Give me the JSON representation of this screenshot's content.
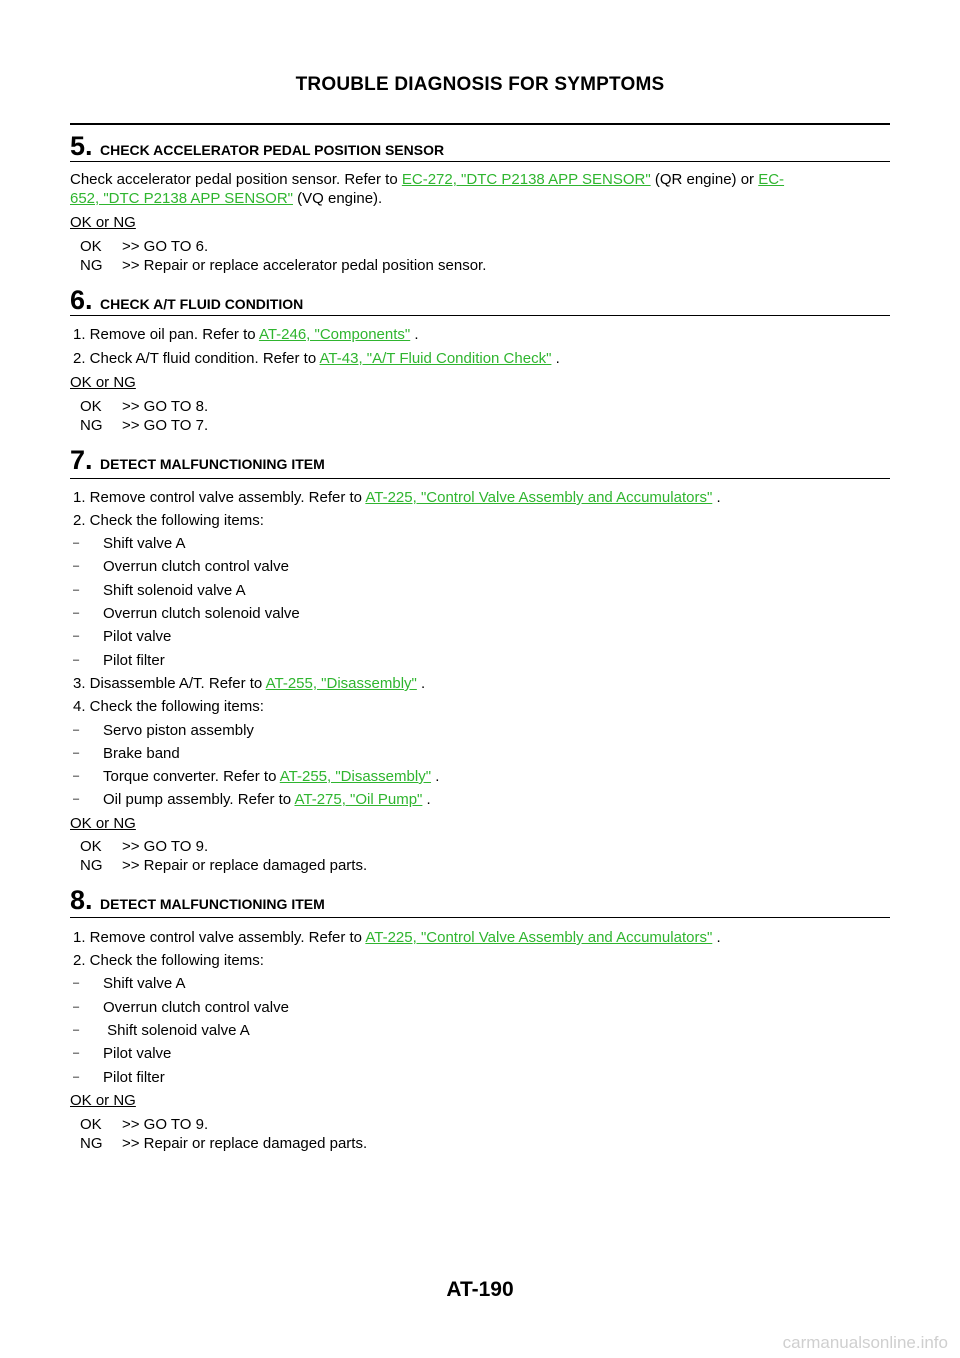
{
  "header": {
    "title": "TROUBLE DIAGNOSIS FOR SYMPTOMS"
  },
  "footer": {
    "page": "AT-190"
  },
  "watermark": "carmanualsonline.info",
  "colors": {
    "link": "#2fb52f"
  },
  "s5": {
    "num": "5.",
    "title": "CHECK ACCELERATOR PEDAL POSITION SENSOR",
    "p1": "Check accelerator pedal position sensor. Refer to ",
    "link1": "EC-272, \"DTC P2138 APP SENSOR\"",
    "p2": "  (QR engine) or ",
    "link2a": "EC-",
    "link2b": "652, \"DTC P2138 APP SENSOR\"",
    "p3": "  (VQ engine).",
    "okng": "OK or NG",
    "ok_k": "OK",
    "ok_v": ">> GO TO 6.",
    "ng_k": "NG",
    "ng_v": ">> Repair or replace accelerator pedal position sensor."
  },
  "s6": {
    "num": "6.",
    "title": "CHECK A/T FLUID CONDITION",
    "i1": "1.    Remove oil pan. Refer to ",
    "i1_link": "AT-246, \"Components\"",
    "i1_end": " .",
    "i2": "2.    Check A/T fluid condition. Refer to ",
    "i2_link": "AT-43, \"A/T Fluid Condition Check\"",
    "i2_end": " .",
    "okng": "OK or NG",
    "ok_k": "OK",
    "ok_v": ">> GO TO 8.",
    "ng_k": "NG",
    "ng_v": ">> GO TO 7."
  },
  "s7": {
    "num": "7.",
    "title": "DETECT MALFUNCTIONING ITEM",
    "i1": "1.    Remove control valve assembly. Refer to ",
    "i1_link": "AT-225, \"Control Valve Assembly and Accumulators\"",
    "i1_end": " .",
    "i2": "2.    Check the following items:",
    "dash": "–",
    "a": [
      "Shift valve A",
      "Overrun clutch control valve",
      "Shift solenoid valve A",
      "Overrun clutch solenoid valve",
      "Pilot valve",
      "Pilot filter"
    ],
    "i3": "3.    Disassemble A/T. Refer to ",
    "i3_link": "AT-255, \"Disassembly\"",
    "i3_end": " .",
    "i4": "4.    Check the following items:",
    "b1": "Servo piston assembly",
    "b2": "Brake band",
    "b3": "Torque converter. Refer to ",
    "b3_link": "AT-255, \"Disassembly\"",
    "b3_end": " .",
    "b4": "Oil pump assembly. Refer to ",
    "b4_link": "AT-275, \"Oil Pump\"",
    "b4_end": " .",
    "okng": "OK or NG",
    "ok_k": "OK",
    "ok_v": ">> GO TO 9.",
    "ng_k": "NG",
    "ng_v": ">> Repair or replace damaged parts."
  },
  "s8": {
    "num": "8.",
    "title": "DETECT MALFUNCTIONING ITEM",
    "i1": "1.    Remove control valve assembly. Refer to ",
    "i1_link": "AT-225, \"Control Valve Assembly and Accumulators\"",
    "i1_end": " .",
    "i2": "2.    Check the following items:",
    "dash": "–",
    "a": [
      "Shift valve A",
      "Overrun clutch control valve",
      " Shift solenoid valve A",
      "Pilot valve",
      "Pilot filter"
    ],
    "okng": "OK or NG",
    "ok_k": "OK",
    "ok_v": ">> GO TO 9.",
    "ng_k": "NG",
    "ng_v": ">> Repair or replace damaged parts."
  }
}
